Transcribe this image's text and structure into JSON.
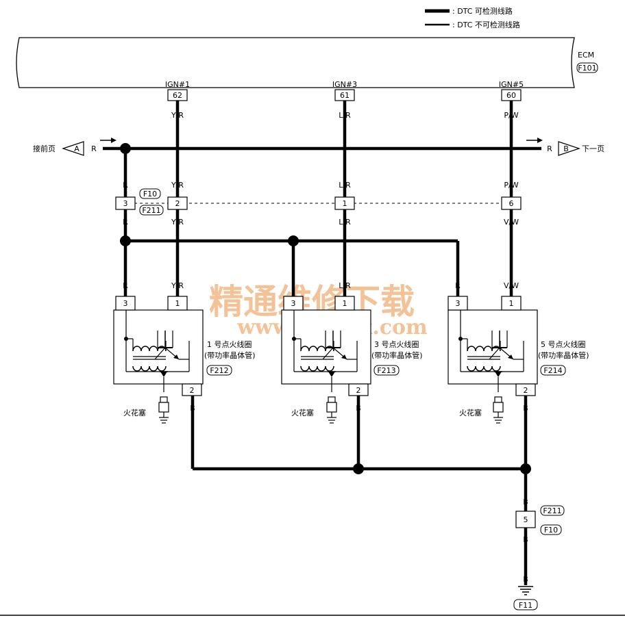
{
  "legend": {
    "detectable": ": DTC 可检测线路",
    "non_detectable": ": DTC 不可检测线路"
  },
  "ecm": {
    "label": "ECM",
    "connector": "F101"
  },
  "ecm_pins": [
    {
      "signal": "IGN#1",
      "pin": "62",
      "wire": "Y/R"
    },
    {
      "signal": "IGN#3",
      "pin": "61",
      "wire": "L/R"
    },
    {
      "signal": "IGN#5",
      "pin": "60",
      "wire": "P/W"
    }
  ],
  "offpage": {
    "from_text": "接前页",
    "from_letter": "A",
    "to_text": "下一页",
    "to_letter": "B",
    "wire": "R"
  },
  "mid_connector": {
    "labels": [
      "F10",
      "F211"
    ],
    "pins": [
      "3",
      "2",
      "1",
      "6"
    ],
    "wires_above": [
      "R",
      "Y/R",
      "L/R",
      "P/W"
    ],
    "wires_below": [
      "R",
      "Y/R",
      "L/R",
      "V/W"
    ]
  },
  "coils": [
    {
      "title": "1 号点火线圈",
      "subtitle": "(带功率晶体管)",
      "connector": "F212",
      "pin_left": "3",
      "pin_right": "1",
      "pin_ground": "2",
      "wire_left": "R",
      "wire_right": "Y/R",
      "wire_ground": "B",
      "plug": "火花塞"
    },
    {
      "title": "3 号点火线圈",
      "subtitle": "(带功率晶体管)",
      "connector": "F213",
      "pin_left": "3",
      "pin_right": "1",
      "pin_ground": "2",
      "wire_left": "",
      "wire_right": "L/R",
      "wire_ground": "B",
      "plug": "火花塞"
    },
    {
      "title": "5 号点火线圈",
      "subtitle": "(带功率晶体管)",
      "connector": "F214",
      "pin_left": "3",
      "pin_right": "1",
      "pin_ground": "2",
      "wire_left": "R",
      "wire_right": "V/W",
      "wire_ground": "B",
      "plug": "火花塞"
    }
  ],
  "ground_connector": {
    "label_top": "F211",
    "pin": "5",
    "label_bottom": "F10",
    "wire_above": "B",
    "wire_below": "B",
    "wire_end": "B",
    "ground": "F11"
  },
  "watermark": {
    "cn": "精通维修下载",
    "url": "www.gzweix.com"
  }
}
